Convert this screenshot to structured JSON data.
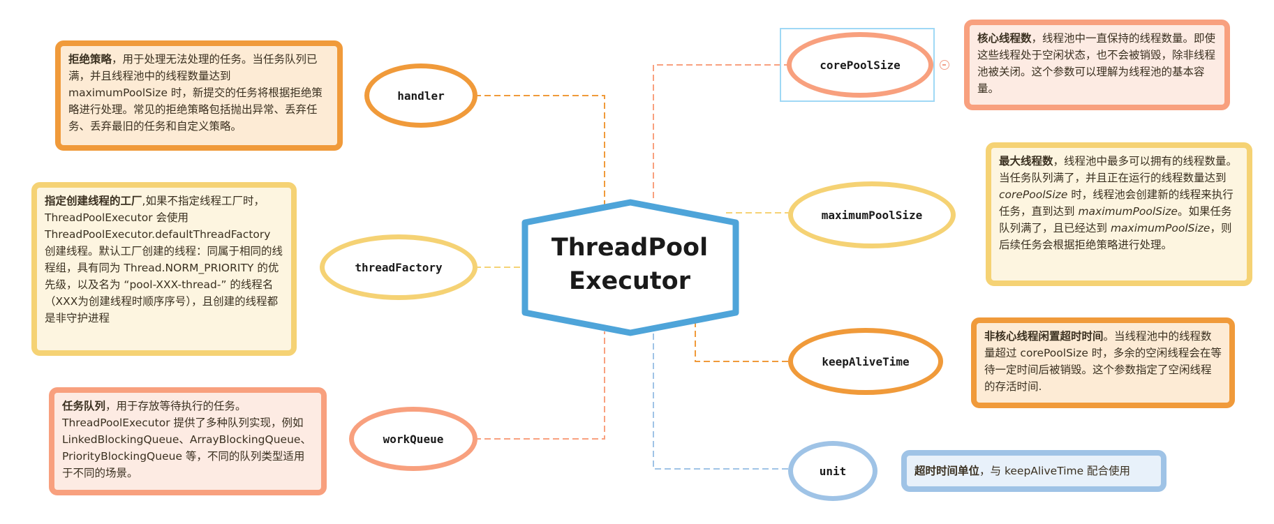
{
  "center": {
    "line1": "ThreadPool",
    "line2": "Executor",
    "color": "#4ea4d9"
  },
  "nodes": {
    "corePoolSize": {
      "label": "corePoolSize",
      "color": "#f8a07e"
    },
    "maximumPoolSize": {
      "label": "maximumPoolSize",
      "color": "#f5d274"
    },
    "keepAliveTime": {
      "label": "keepAliveTime",
      "color": "#f09a3a"
    },
    "unit": {
      "label": "unit",
      "color": "#9fc3e6"
    },
    "handler": {
      "label": "handler",
      "color": "#f09a3a"
    },
    "threadFactory": {
      "label": "threadFactory",
      "color": "#f5d274"
    },
    "workQueue": {
      "label": "workQueue",
      "color": "#f8a07e"
    }
  },
  "notes": {
    "corePoolSize": {
      "title": "核心线程数",
      "text": "，线程池中一直保持的线程数量。即使这些线程处于空闲状态，也不会被销毁，除非线程池被关闭。这个参数可以理解为线程池的基本容量。",
      "border": "#f8a07e",
      "bg": "#fdebe3"
    },
    "maximumPoolSize": {
      "title": "最大线程数",
      "t1": "，线程池中最多可以拥有的线程数量。当任务队列满了，并且正在运行的线程数量达到 ",
      "c1": "corePoolSize",
      "t2": " 时，线程池会创建新的线程来执行任务，直到达到 ",
      "c2": "maximumPoolSize",
      "t3": "。如果任务队列满了，且已经达到 ",
      "c3": "maximumPoolSize",
      "t4": "，则后续任务会根据拒绝策略进行处理。",
      "border": "#f5d274",
      "bg": "#fdf5e0"
    },
    "keepAliveTime": {
      "title": "非核心线程闲置超时时间",
      "text": "。当线程池中的线程数量超过 corePoolSize 时，多余的空闲线程会在等待一定时间后被销毁。这个参数指定了空闲线程的存活时间.",
      "border": "#f09a3a",
      "bg": "#fdebd5"
    },
    "unit": {
      "title": "超时时间单位",
      "text": "，与 keepAliveTime 配合使用",
      "border": "#9fc3e6",
      "bg": "#e8f1fa"
    },
    "handler": {
      "title": "拒绝策略",
      "text": "，用于处理无法处理的任务。当任务队列已满，并且线程池中的线程数量达到 maximumPoolSize 时，新提交的任务将根据拒绝策略进行处理。常见的拒绝策略包括抛出异常、丢弃任务、丢弃最旧的任务和自定义策略。",
      "border": "#f09a3a",
      "bg": "#fdebd5"
    },
    "threadFactory": {
      "title": "指定创建线程的工厂",
      "text": ",如果不指定线程工厂时，ThreadPoolExecutor 会使用 ThreadPoolExecutor.defaultThreadFactory 创建线程。默认工厂创建的线程：同属于相同的线程组，具有同为 Thread.NORM_PRIORITY 的优先级，以及名为 “pool-XXX-thread-” 的线程名（XXX为创建线程时顺序序号），且创建的线程都是非守护进程",
      "border": "#f5d274",
      "bg": "#fdf5e0"
    },
    "workQueue": {
      "title": "任务队列",
      "text": "，用于存放等待执行的任务。ThreadPoolExecutor 提供了多种队列实现，例如 LinkedBlockingQueue、ArrayBlockingQueue、PriorityBlockingQueue 等，不同的队列类型适用于不同的场景。",
      "border": "#f8a07e",
      "bg": "#fdebe3"
    }
  }
}
